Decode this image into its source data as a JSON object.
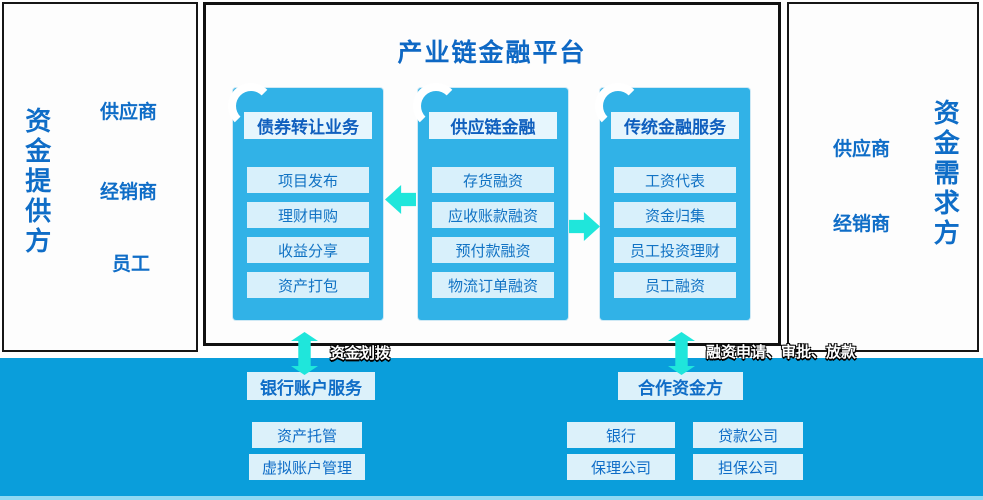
{
  "palette": {
    "card_blue": "#31B2E7",
    "band_blue": "#0A9EDB",
    "arrow_cyan": "#1FE6DB",
    "text_blue": "#0F6DC7",
    "light_box": "#DCF1FA",
    "panel_border": "#161616"
  },
  "left_panel": {
    "title": "资金提供方",
    "items": [
      "供应商",
      "经销商",
      "员工"
    ]
  },
  "right_panel": {
    "title": "资金需求方",
    "items": [
      "供应商",
      "经销商"
    ]
  },
  "platform": {
    "title": "产业链金融平台",
    "cards": [
      {
        "title": "债券转让业务",
        "items": [
          "项目发布",
          "理财申购",
          "收益分享",
          "资产打包"
        ]
      },
      {
        "title": "供应链金融",
        "items": [
          "存货融资",
          "应收账款融资",
          "预付款融资",
          "物流订单融资"
        ]
      },
      {
        "title": "传统金融服务",
        "items": [
          "工资代表",
          "资金归集",
          "员工投资理财",
          "员工融资"
        ]
      }
    ]
  },
  "connectors": {
    "bank_link_label": "资金划拨",
    "funder_link_label": "融资申请、审批、放款"
  },
  "bottom_band": {
    "bank_services": {
      "title": "银行账户服务",
      "items": [
        "资产托管",
        "虚拟账户管理"
      ]
    },
    "partners": {
      "title": "合作资金方",
      "items": [
        "银行",
        "贷款公司",
        "保理公司",
        "担保公司"
      ]
    }
  }
}
